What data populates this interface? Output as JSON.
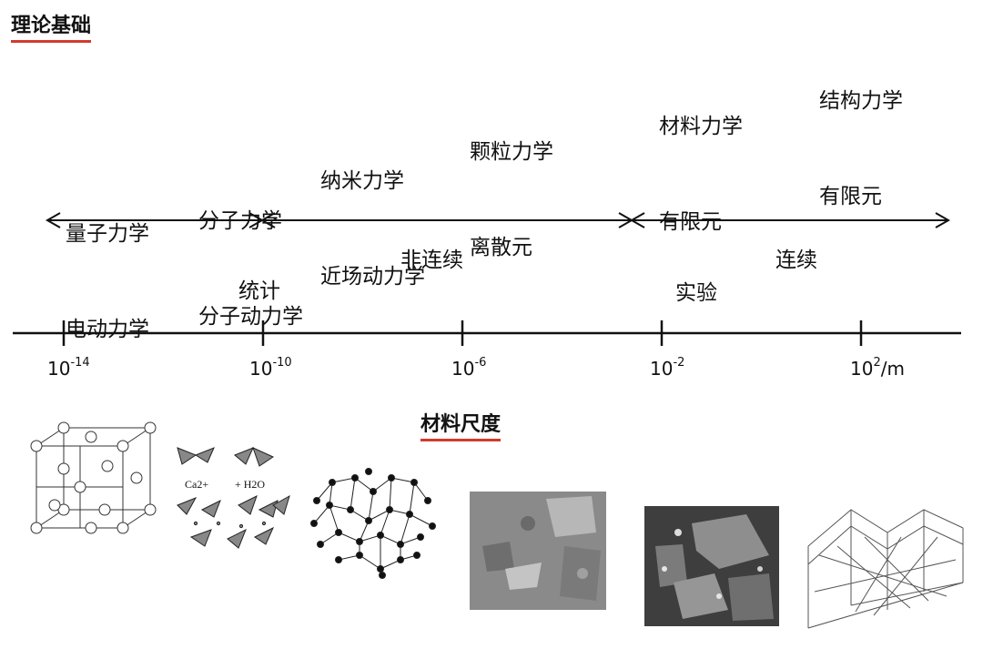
{
  "headings": {
    "theory_basis": "理论基础",
    "material_scale": "材料尺度"
  },
  "theories": [
    {
      "line1": "量子力学",
      "line2": "电动力学"
    },
    {
      "line1": "分子力学",
      "line2": "分子动力学"
    },
    {
      "line1": "纳米力学",
      "line2": "近场动力学"
    },
    {
      "line1": "颗粒力学",
      "line2": "离散元"
    },
    {
      "line1": "材料力学",
      "line2": "有限元"
    },
    {
      "line1": "结构力学",
      "line2": "有限元"
    }
  ],
  "zones": {
    "statistics": "统计",
    "discontinuous": "非连续",
    "experiment": "实验",
    "continuous": "连续"
  },
  "scale_axis": {
    "ticks": [
      {
        "base": "10",
        "exp": "-14",
        "suffix": ""
      },
      {
        "base": "10",
        "exp": "-10",
        "suffix": ""
      },
      {
        "base": "10",
        "exp": "-6",
        "suffix": ""
      },
      {
        "base": "10",
        "exp": "-2",
        "suffix": ""
      },
      {
        "base": "10",
        "exp": "2",
        "suffix": "/m"
      }
    ]
  },
  "illustrations": [
    {
      "name": "crystal-lattice-image",
      "labels": []
    },
    {
      "name": "molecular-structure-image",
      "labels": [
        "Ca2+",
        "+ H2O"
      ]
    },
    {
      "name": "atomic-network-image",
      "labels": []
    },
    {
      "name": "microstructure-sem-image",
      "labels": []
    },
    {
      "name": "concrete-section-image",
      "labels": []
    },
    {
      "name": "truss-structure-image",
      "labels": []
    }
  ],
  "colors": {
    "heading_underline": "#d23a2b",
    "line": "#111111"
  }
}
